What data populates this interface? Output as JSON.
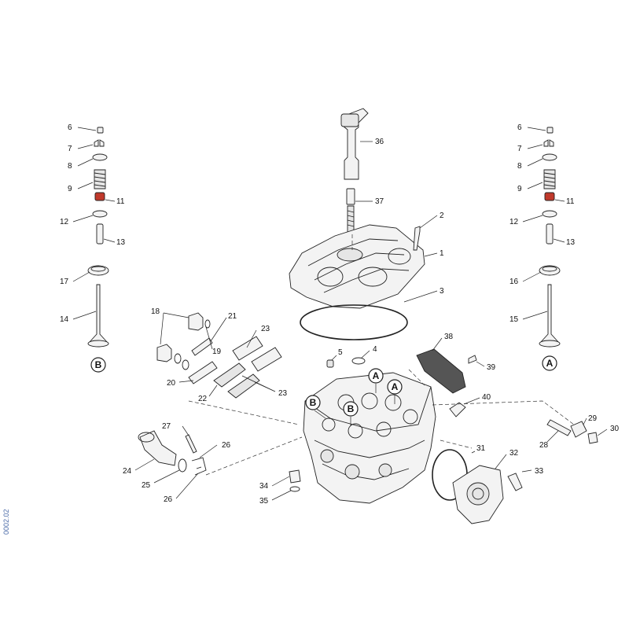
{
  "drawing_code": "0002.02",
  "colors": {
    "accent_red": "#c0392b",
    "line": "#222222",
    "code_blue": "#4a6aa8"
  },
  "callouts": {
    "c1": "1",
    "c2": "2",
    "c3": "3",
    "c4": "4",
    "c5": "5",
    "c6L": "6",
    "c7L": "7",
    "c8L": "8",
    "c9L": "9",
    "c11L": "11",
    "c12L": "12",
    "c13L": "13",
    "c17": "17",
    "c14": "14",
    "c6R": "6",
    "c7R": "7",
    "c8R": "8",
    "c9R": "9",
    "c11R": "11",
    "c12R": "12",
    "c13R": "13",
    "c16": "16",
    "c15": "15",
    "c18": "18",
    "c19": "19",
    "c20": "20",
    "c21": "21",
    "c22": "22",
    "c23a": "23",
    "c23b": "23",
    "c24": "24",
    "c25": "25",
    "c26a": "26",
    "c26b": "26",
    "c27": "27",
    "c28": "28",
    "c29": "29",
    "c30": "30",
    "c31": "31",
    "c32": "32",
    "c33": "33",
    "c34": "34",
    "c35": "35",
    "c36": "36",
    "c37": "37",
    "c38": "38",
    "c39": "39",
    "c40": "40"
  },
  "refs": {
    "left_B": "B",
    "right_A": "A",
    "head_A1": "A",
    "head_A2": "A",
    "head_B1": "B",
    "head_B2": "B"
  }
}
